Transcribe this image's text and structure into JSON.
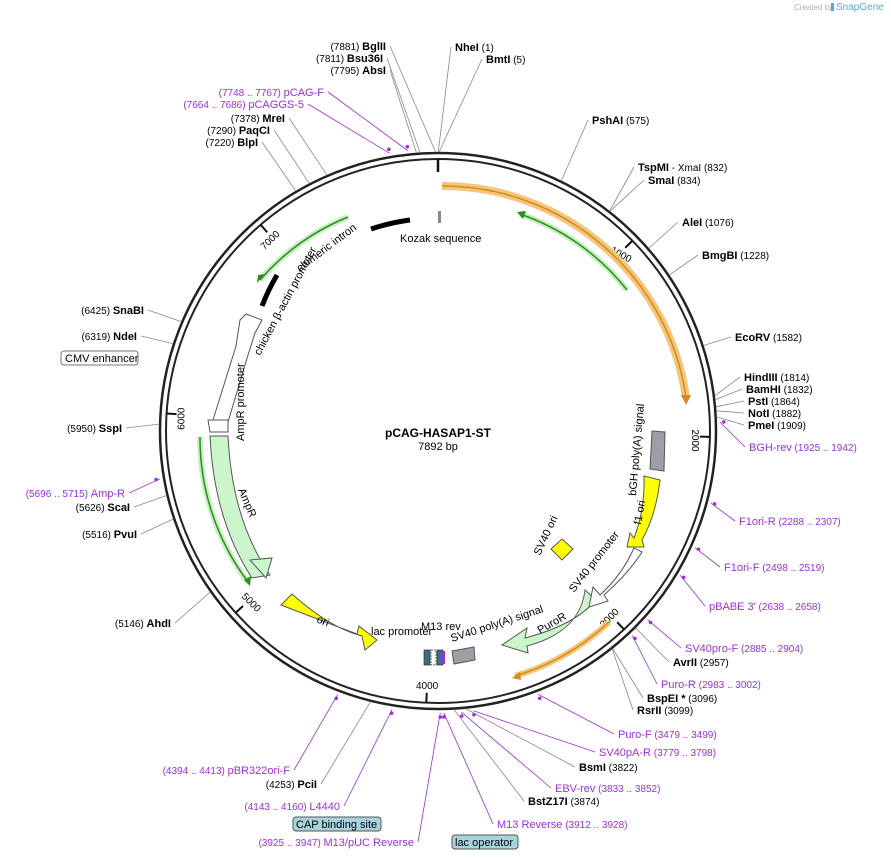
{
  "watermark": {
    "prefix": "Created by",
    "brand": "SnapGene"
  },
  "plasmid": {
    "name": "pCAG-HASAP1-ST",
    "size_label": "7892 bp",
    "length": 7892
  },
  "ticks": [
    {
      "pos": 1000,
      "label": "1000"
    },
    {
      "pos": 2000,
      "label": "2000"
    },
    {
      "pos": 3000,
      "label": "3000"
    },
    {
      "pos": 4000,
      "label": "4000"
    },
    {
      "pos": 5000,
      "label": "5000"
    },
    {
      "pos": 6000,
      "label": "6000"
    },
    {
      "pos": 7000,
      "label": "7000"
    }
  ],
  "enzymes": [
    {
      "name": "BglII",
      "pos": "(7881)",
      "site": 7881
    },
    {
      "name": "Bsu36I",
      "pos": "(7811)",
      "site": 7811
    },
    {
      "name": "AbsI",
      "pos": "(7795)",
      "site": 7795
    },
    {
      "name": "NheI",
      "pos": "(1)",
      "site": 1
    },
    {
      "name": "BmtI",
      "pos": "(5)",
      "site": 5
    },
    {
      "name": "PshAI",
      "pos": "(575)",
      "site": 575
    },
    {
      "name": "TspMI",
      "extra": "- XmaI",
      "pos": "(832)",
      "site": 832
    },
    {
      "name": "SmaI",
      "pos": "(834)",
      "site": 834
    },
    {
      "name": "AleI",
      "pos": "(1076)",
      "site": 1076
    },
    {
      "name": "BmgBI",
      "pos": "(1228)",
      "site": 1228
    },
    {
      "name": "EcoRV",
      "pos": "(1582)",
      "site": 1582
    },
    {
      "name": "HindIII",
      "pos": "(1814)",
      "site": 1814
    },
    {
      "name": "BamHI",
      "pos": "(1832)",
      "site": 1832
    },
    {
      "name": "PstI",
      "pos": "(1864)",
      "site": 1864
    },
    {
      "name": "NotI",
      "pos": "(1882)",
      "site": 1882
    },
    {
      "name": "PmeI",
      "pos": "(1909)",
      "site": 1909
    },
    {
      "name": "AvrII",
      "pos": "(2957)",
      "site": 2957
    },
    {
      "name": "BspEI",
      "star": "*",
      "pos": "(3096)",
      "site": 3096
    },
    {
      "name": "RsrII",
      "pos": "(3099)",
      "site": 3099
    },
    {
      "name": "BsmI",
      "pos": "(3822)",
      "site": 3822
    },
    {
      "name": "BstZ17I",
      "pos": "(3874)",
      "site": 3874
    },
    {
      "name": "PciI",
      "pos": "(4253)",
      "site": 4253
    },
    {
      "name": "AhdI",
      "pos": "(5146)",
      "site": 5146
    },
    {
      "name": "PvuI",
      "pos": "(5516)",
      "site": 5516
    },
    {
      "name": "ScaI",
      "pos": "(5626)",
      "site": 5626
    },
    {
      "name": "SspI",
      "pos": "(5950)",
      "site": 5950
    },
    {
      "name": "NdeI",
      "pos": "(6319)",
      "site": 6319
    },
    {
      "name": "SnaBI",
      "pos": "(6425)",
      "site": 6425
    },
    {
      "name": "BlpI",
      "pos": "(7220)",
      "site": 7220
    },
    {
      "name": "PaqCI",
      "pos": "(7290)",
      "site": 7290
    },
    {
      "name": "MreI",
      "pos": "(7378)",
      "site": 7378
    }
  ],
  "primers": [
    {
      "name": "pCAG-F",
      "pos": "(7748 .. 7767)",
      "site": 7757
    },
    {
      "name": "pCAGGS-5",
      "pos": "(7664 .. 7686)",
      "site": 7675
    },
    {
      "name": "BGH-rev",
      "pos": "(1925 .. 1942)",
      "site": 1933
    },
    {
      "name": "F1ori-R",
      "pos": "(2288 .. 2307)",
      "site": 2297
    },
    {
      "name": "F1ori-F",
      "pos": "(2498 .. 2519)",
      "site": 2508
    },
    {
      "name": "pBABE 3'",
      "pos": "(2638 .. 2658)",
      "site": 2648
    },
    {
      "name": "SV40pro-F",
      "pos": "(2885 .. 2904)",
      "site": 2894
    },
    {
      "name": "Puro-R",
      "pos": "(2983 .. 3002)",
      "site": 2992
    },
    {
      "name": "Puro-F",
      "pos": "(3479 .. 3499)",
      "site": 3489
    },
    {
      "name": "SV40pA-R",
      "pos": "(3779 .. 3798)",
      "site": 3788
    },
    {
      "name": "EBV-rev",
      "pos": "(3833 .. 3852)",
      "site": 3842
    },
    {
      "name": "M13 Reverse",
      "pos": "(3912 .. 3928)",
      "site": 3920
    },
    {
      "name": "M13/pUC Reverse",
      "pos": "(3925 .. 3947)",
      "site": 3936
    },
    {
      "name": "L4440",
      "pos": "(4143 .. 4160)",
      "site": 4151
    },
    {
      "name": "pBR322ori-F",
      "pos": "(4394 .. 4413)",
      "site": 4403
    },
    {
      "name": "Amp-R",
      "pos": "(5696 .. 5715)",
      "site": 5705
    }
  ],
  "boxed_features": [
    {
      "name": "CMV enhancer"
    },
    {
      "name": "CAP binding site"
    },
    {
      "name": "lac operator"
    }
  ],
  "features": [
    {
      "name": "Kozak sequence"
    },
    {
      "name": "chimeric intron"
    },
    {
      "name": "chicken β-actin promoter"
    },
    {
      "name": "AmpR promoter"
    },
    {
      "name": "AmpR"
    },
    {
      "name": "ori"
    },
    {
      "name": "lac promoter"
    },
    {
      "name": "M13 rev"
    },
    {
      "name": "SV40 poly(A) signal"
    },
    {
      "name": "PuroR"
    },
    {
      "name": "SV40 promoter"
    },
    {
      "name": "SV40 ori"
    },
    {
      "name": "f1 ori"
    },
    {
      "name": "bGH poly(A) signal"
    }
  ],
  "colors": {
    "enzyme_line": "#888888",
    "primer": "#9b30d9",
    "orf_fill": "#ccf5cc",
    "ori_fill": "#ffff00",
    "promoter_fill": "#ffffff",
    "polyA_fill": "#9aa0a6",
    "orf_outline": "#f5a623",
    "intron_outline": "#2e8b22"
  }
}
